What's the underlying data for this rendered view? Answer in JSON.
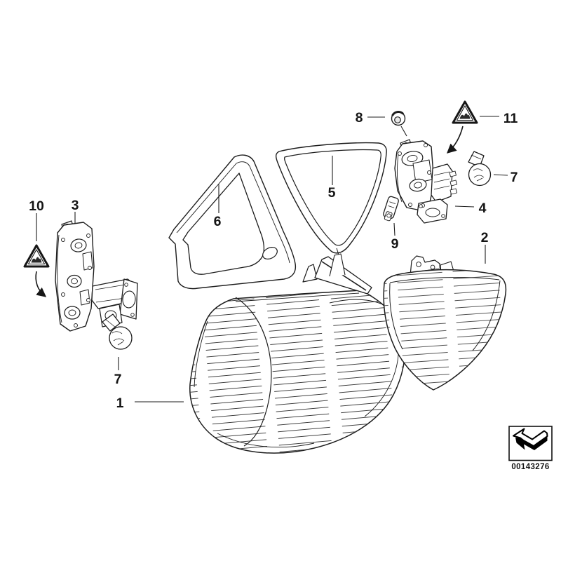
{
  "canvas": {
    "background": "#ffffff",
    "line_color": "#1c1c1c"
  },
  "callouts": {
    "1": "1",
    "2": "2",
    "3": "3",
    "4": "4",
    "5": "5",
    "6": "6",
    "7": "7",
    "8": "8",
    "9": "9",
    "10": "10",
    "11": "11"
  },
  "stamp": {
    "part_number": "00143276"
  },
  "icons": {
    "warning_triangle": "rounded-triangle-outline-with-caution-glyph",
    "etk_arrow": "white-bent-arrow-up-left-with-black-3d-extrusion"
  }
}
